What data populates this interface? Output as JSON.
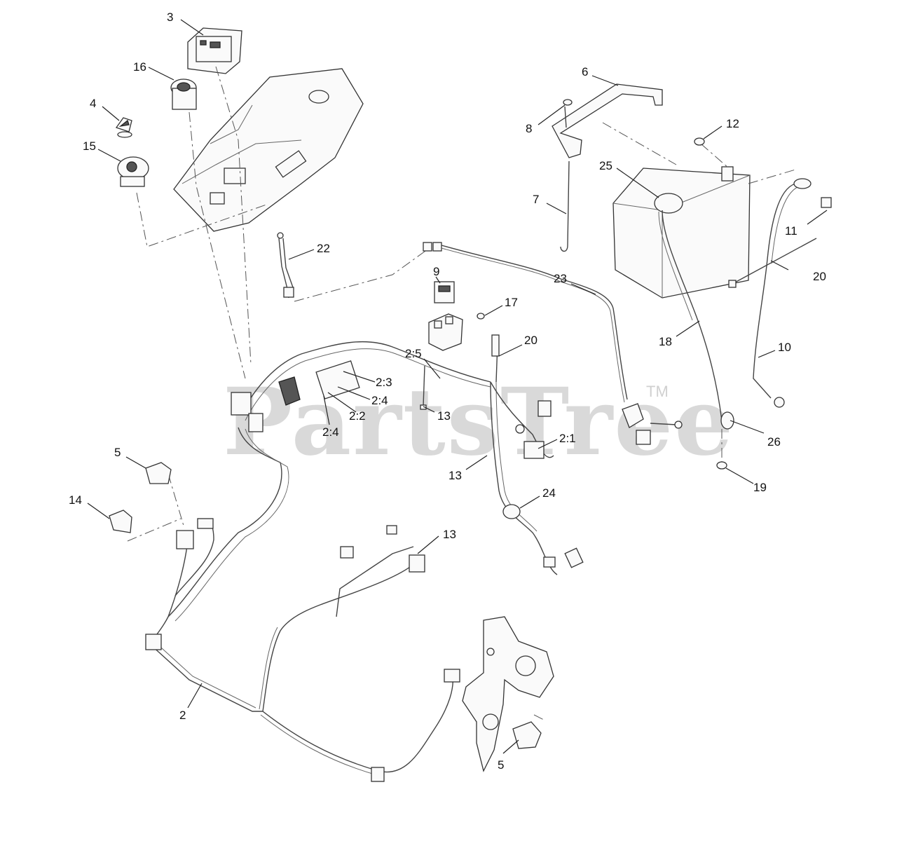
{
  "watermark": {
    "text": "PartsTree",
    "tm": "TM"
  },
  "callouts": [
    {
      "id": "c-3",
      "text": "3"
    },
    {
      "id": "c-16",
      "text": "16"
    },
    {
      "id": "c-4",
      "text": "4"
    },
    {
      "id": "c-15",
      "text": "15"
    },
    {
      "id": "c-6",
      "text": "6"
    },
    {
      "id": "c-8",
      "text": "8"
    },
    {
      "id": "c-12",
      "text": "12"
    },
    {
      "id": "c-25",
      "text": "25"
    },
    {
      "id": "c-7",
      "text": "7"
    },
    {
      "id": "c-11",
      "text": "11"
    },
    {
      "id": "c-22",
      "text": "22"
    },
    {
      "id": "c-9",
      "text": "9"
    },
    {
      "id": "c-23",
      "text": "23"
    },
    {
      "id": "c-20a",
      "text": "20"
    },
    {
      "id": "c-17",
      "text": "17"
    },
    {
      "id": "c-20b",
      "text": "20"
    },
    {
      "id": "c-18",
      "text": "18"
    },
    {
      "id": "c-10",
      "text": "10"
    },
    {
      "id": "c-2-5",
      "text": "2:5"
    },
    {
      "id": "c-2-3",
      "text": "2:3"
    },
    {
      "id": "c-2-4a",
      "text": "2:4"
    },
    {
      "id": "c-2-2",
      "text": "2:2"
    },
    {
      "id": "c-2-4b",
      "text": "2:4"
    },
    {
      "id": "c-13a",
      "text": "13"
    },
    {
      "id": "c-2-1",
      "text": "2:1"
    },
    {
      "id": "c-26",
      "text": "26"
    },
    {
      "id": "c-19",
      "text": "19"
    },
    {
      "id": "c-13b",
      "text": "13"
    },
    {
      "id": "c-5a",
      "text": "5"
    },
    {
      "id": "c-14",
      "text": "14"
    },
    {
      "id": "c-24",
      "text": "24"
    },
    {
      "id": "c-13c",
      "text": "13"
    },
    {
      "id": "c-2",
      "text": "2"
    },
    {
      "id": "c-5b",
      "text": "5"
    }
  ]
}
